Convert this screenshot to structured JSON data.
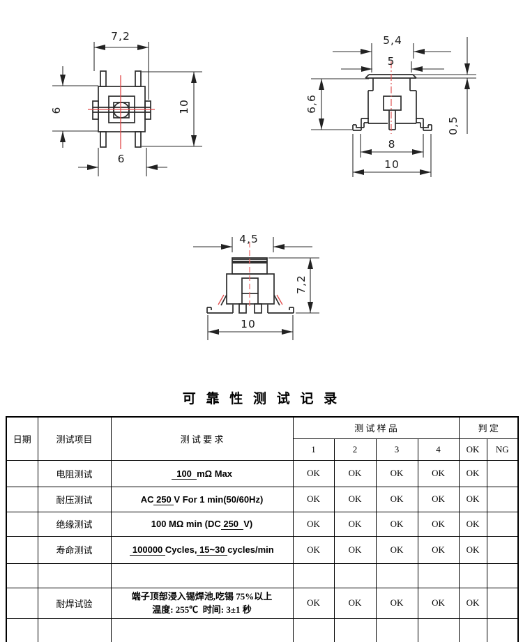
{
  "colors": {
    "line": "#2b2b2b",
    "centerline_red": "#e04848",
    "table_border": "#000000",
    "button_band_fill": "#2f2f2f"
  },
  "drawings": {
    "top_view": {
      "width_top": "7,2",
      "height_left": "6",
      "height_right": "10",
      "width_bottom": "6"
    },
    "side_view": {
      "cap_width": "5,4",
      "stem_width": "5",
      "height": "6,6",
      "flange_thickness": "0,5",
      "inner_pin_span": "8",
      "outer_span": "10"
    },
    "front_view": {
      "button_width": "4,5",
      "height": "7,2",
      "base_span": "10"
    }
  },
  "table": {
    "title": "可 靠 性 测 试 记 录",
    "headers": {
      "date": "日期",
      "item": "测试项目",
      "requirement": "测 试 要 求",
      "samples": "测 试 样 品",
      "judgment": "判 定",
      "sample_cols": [
        "1",
        "2",
        "3",
        "4"
      ],
      "judgment_cols": [
        "OK",
        "NG"
      ]
    },
    "rows": [
      {
        "date": "",
        "item": "电阻测试",
        "req": [
          {
            "t": "  100  ",
            "u": true
          },
          {
            "t": "mΩ Max",
            "u": false
          }
        ],
        "samples": [
          "OK",
          "OK",
          "OK",
          "OK"
        ],
        "ok": "OK",
        "ng": ""
      },
      {
        "date": "",
        "item": "耐压测试",
        "req": [
          {
            "t": "AC",
            "u": false
          },
          {
            "t": " 250 ",
            "u": true
          },
          {
            "t": "V For 1 min(50/60Hz)",
            "u": false
          }
        ],
        "samples": [
          "OK",
          "OK",
          "OK",
          "OK"
        ],
        "ok": "OK",
        "ng": ""
      },
      {
        "date": "",
        "item": "绝缘测试",
        "req": [
          {
            "t": "100 MΩ min (DC",
            "u": false
          },
          {
            "t": " 250  ",
            "u": true
          },
          {
            "t": "V)",
            "u": false
          }
        ],
        "samples": [
          "OK",
          "OK",
          "OK",
          "OK"
        ],
        "ok": "OK",
        "ng": ""
      },
      {
        "date": "",
        "item": "寿命测试",
        "req": [
          {
            "t": " 100000 ",
            "u": true
          },
          {
            "t": "Cycles,",
            "u": false
          },
          {
            "t": " 15~30 ",
            "u": true
          },
          {
            "t": "cycles/min",
            "u": false
          }
        ],
        "samples": [
          "OK",
          "OK",
          "OK",
          "OK"
        ],
        "ok": "OK",
        "ng": ""
      },
      {
        "date": "",
        "item": "",
        "samples": [
          "",
          "",
          "",
          ""
        ],
        "ok": "",
        "ng": ""
      },
      {
        "date": "",
        "item": "耐焊试验",
        "req_lines": [
          "端子顶部浸入锡焊池,吃锡 75%以上",
          "温度: 255℃  时间: 3±1 秒"
        ],
        "samples": [
          "OK",
          "OK",
          "OK",
          "OK"
        ],
        "ok": "OK",
        "ng": ""
      },
      {
        "date": "",
        "item": "",
        "samples": [
          "",
          "",
          "",
          ""
        ],
        "ok": "",
        "ng": ""
      }
    ]
  }
}
